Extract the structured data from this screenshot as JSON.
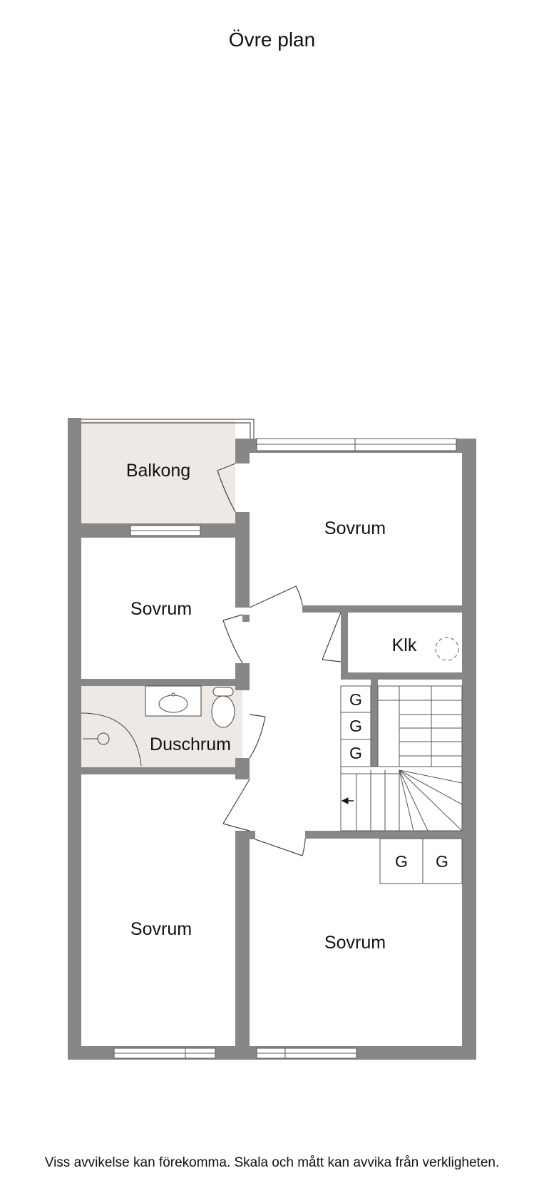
{
  "title": "Övre plan",
  "disclaimer": "Viss avvikelse kan förekomma. Skala och mått kan avvika från verkligheten.",
  "rooms": {
    "balkong": "Balkong",
    "sovrum_top_right": "Sovrum",
    "sovrum_upper_left": "Sovrum",
    "klk": "Klk",
    "duschrum": "Duschrum",
    "sovrum_lower_left": "Sovrum",
    "sovrum_lower_right": "Sovrum"
  },
  "closets": [
    "G",
    "G",
    "G",
    "G",
    "G"
  ],
  "colors": {
    "wall": "#878787",
    "wet_floor": "#efe9e6",
    "line": "#555555"
  }
}
